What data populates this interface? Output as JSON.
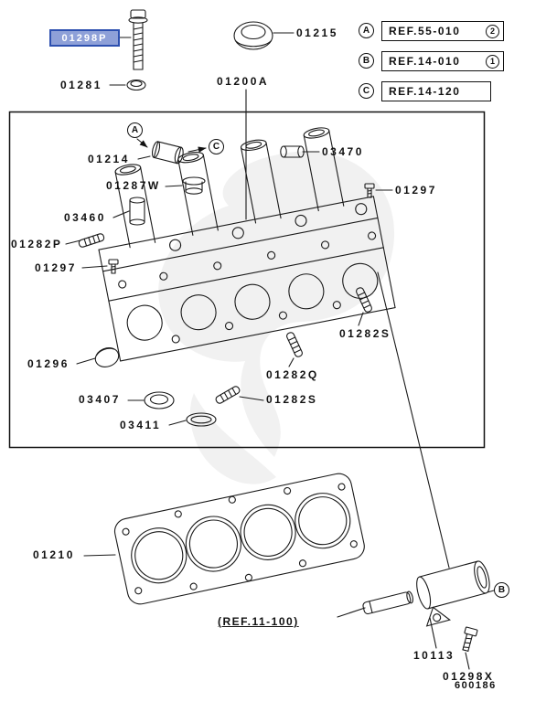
{
  "highlight": {
    "label": "01298P"
  },
  "legend": {
    "rows": [
      {
        "letter": "A",
        "ref": "REF.55-010",
        "qty": "2"
      },
      {
        "letter": "B",
        "ref": "REF.14-010",
        "qty": "1"
      },
      {
        "letter": "C",
        "ref": "REF.14-120"
      }
    ]
  },
  "callouts": {
    "a": "A",
    "b": "B",
    "c": "C"
  },
  "labels": {
    "p01281": "01281",
    "p01215": "01215",
    "p01200A": "01200A",
    "p01214": "01214",
    "p01287W": "01287W",
    "p03460": "03460",
    "p03470": "03470",
    "p01297_right": "01297",
    "p01282P": "01282P",
    "p01297_left": "01297",
    "p01296": "01296",
    "p03407": "03407",
    "p03411": "03411",
    "p01282S_upper": "01282S",
    "p01282Q": "01282Q",
    "p01282S_lower": "01282S",
    "p01210": "01210",
    "ref_11_100": "(REF.11-100)",
    "p10113": "10113",
    "p01298X": "01298X"
  },
  "footer": {
    "code": "600186"
  },
  "colors": {
    "highlight_bg": "#8ea0d8",
    "highlight_border": "#2d50b0",
    "highlight_text": "#ffffff",
    "line_color": "#1a1a1a",
    "background": "#ffffff"
  }
}
